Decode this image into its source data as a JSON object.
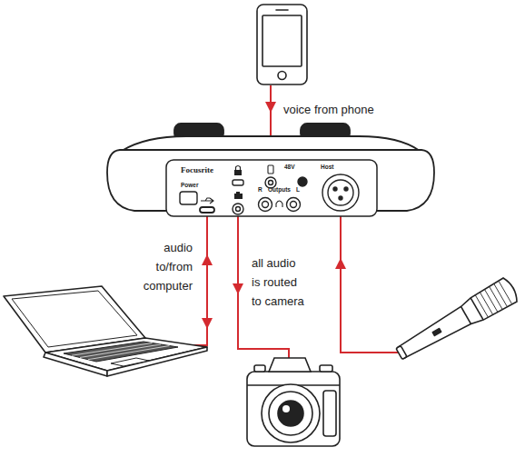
{
  "diagram": {
    "labels": [
      "voice from phone",
      "Focusrite",
      "Power",
      "48V",
      "Host",
      "R",
      "Outputs",
      "L",
      "audio to/from computer",
      "all audio is routed to camera"
    ]
  }
}
